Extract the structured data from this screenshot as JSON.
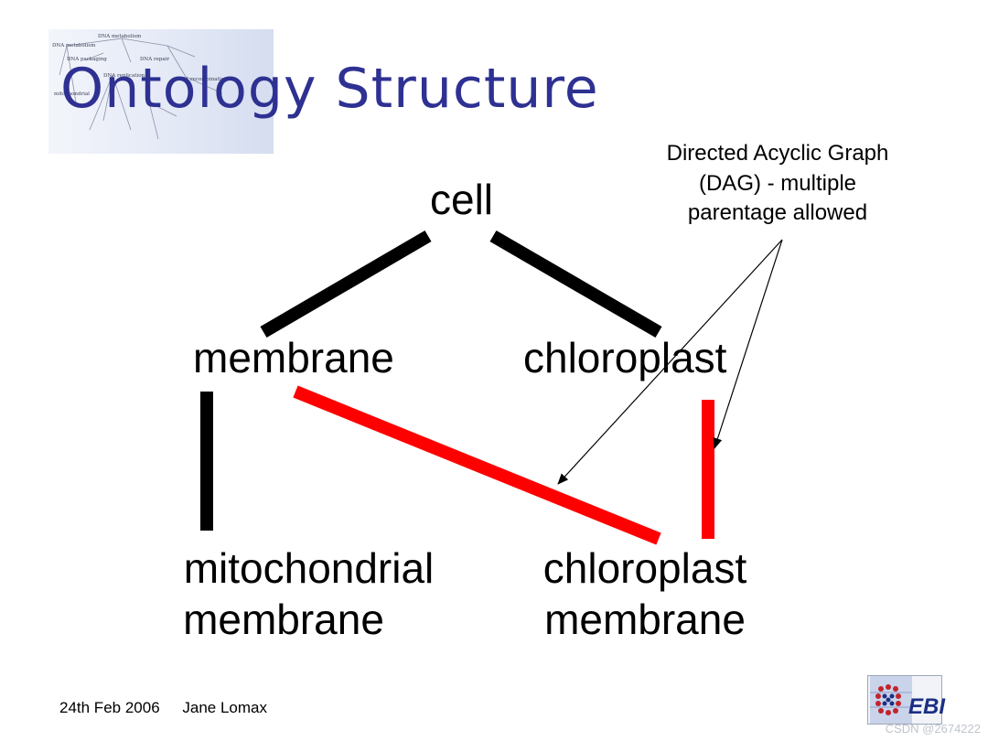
{
  "slide": {
    "title": "Ontology Structure",
    "annotation_lines": [
      "Directed Acyclic Graph",
      "(DAG) - multiple",
      "parentage allowed"
    ],
    "footer_date": "24th Feb 2006",
    "footer_author": "Jane Lomax",
    "logo_text": "EBI",
    "watermark": "CSDN @2674222"
  },
  "diagram": {
    "nodes": {
      "cell": "cell",
      "membrane": "membrane",
      "chloroplast": "chloroplast",
      "mito_line1": "mitochondrial",
      "mito_line2": "membrane",
      "chloro_mem_line1": "chloroplast",
      "chloro_mem_line2": "membrane"
    },
    "edges": [
      {
        "from": "cell",
        "to": "membrane",
        "color": "#000000"
      },
      {
        "from": "cell",
        "to": "chloroplast",
        "color": "#000000"
      },
      {
        "from": "membrane",
        "to": "mitochondrial membrane",
        "color": "#000000"
      },
      {
        "from": "membrane",
        "to": "chloroplast membrane",
        "color": "#ff0000"
      },
      {
        "from": "chloroplast",
        "to": "chloroplast membrane",
        "color": "#ff0000"
      }
    ]
  },
  "thumbnail": {
    "labels": [
      "DNA metabolism",
      "DNA metabolism",
      "DNA packaging",
      "DNA repair",
      "DNA replication",
      "mitochondrial",
      "DNA recombination"
    ]
  }
}
